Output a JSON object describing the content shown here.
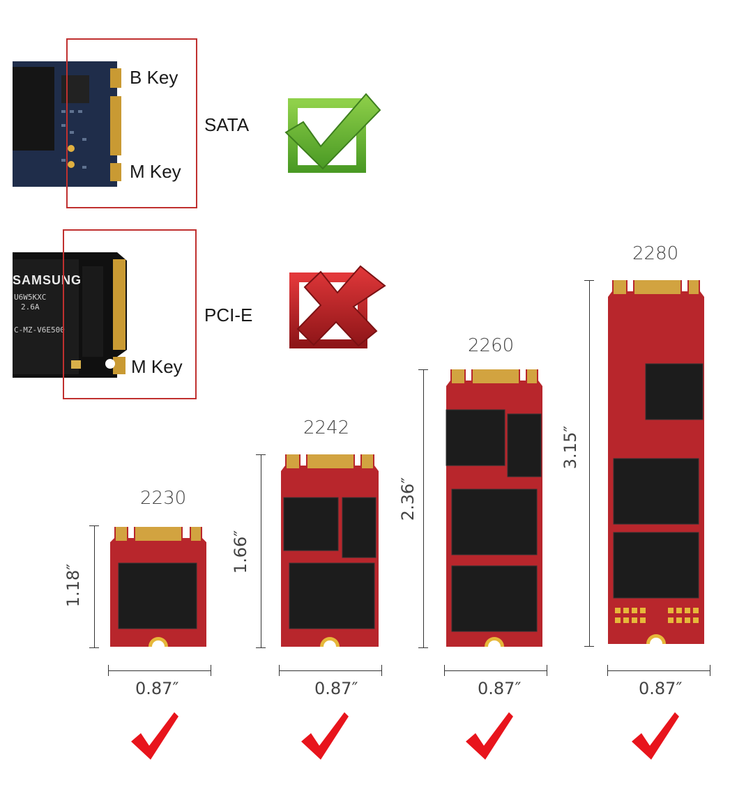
{
  "keys": {
    "b_key": "B Key",
    "m_key_sata": "M Key",
    "m_key_pcie": "M Key"
  },
  "interfaces": {
    "sata": {
      "label": "SATA",
      "supported": true,
      "icon": "green-check-icon",
      "color": "#5aa832"
    },
    "pcie": {
      "label": "PCI-E",
      "supported": false,
      "icon": "red-x-icon",
      "color": "#c8242a"
    }
  },
  "boards": {
    "samsung_text": "SAMSUNG",
    "samsung_line1": "U6W5KXC",
    "samsung_line2": "2.6A",
    "samsung_line3": "C-MZ-V6E500"
  },
  "sizes": [
    {
      "name": "2230",
      "length": "1.18″",
      "width": "0.87″",
      "compatible": true
    },
    {
      "name": "2242",
      "length": "1.66″",
      "width": "0.87″",
      "compatible": true
    },
    {
      "name": "2260",
      "length": "2.36″",
      "width": "0.87″",
      "compatible": true
    },
    {
      "name": "2280",
      "length": "3.15″",
      "width": "0.87″",
      "compatible": true
    }
  ],
  "colors": {
    "pcb_red": "#b8262c",
    "frame_red": "#c0302f",
    "check_red": "#e8141c"
  }
}
